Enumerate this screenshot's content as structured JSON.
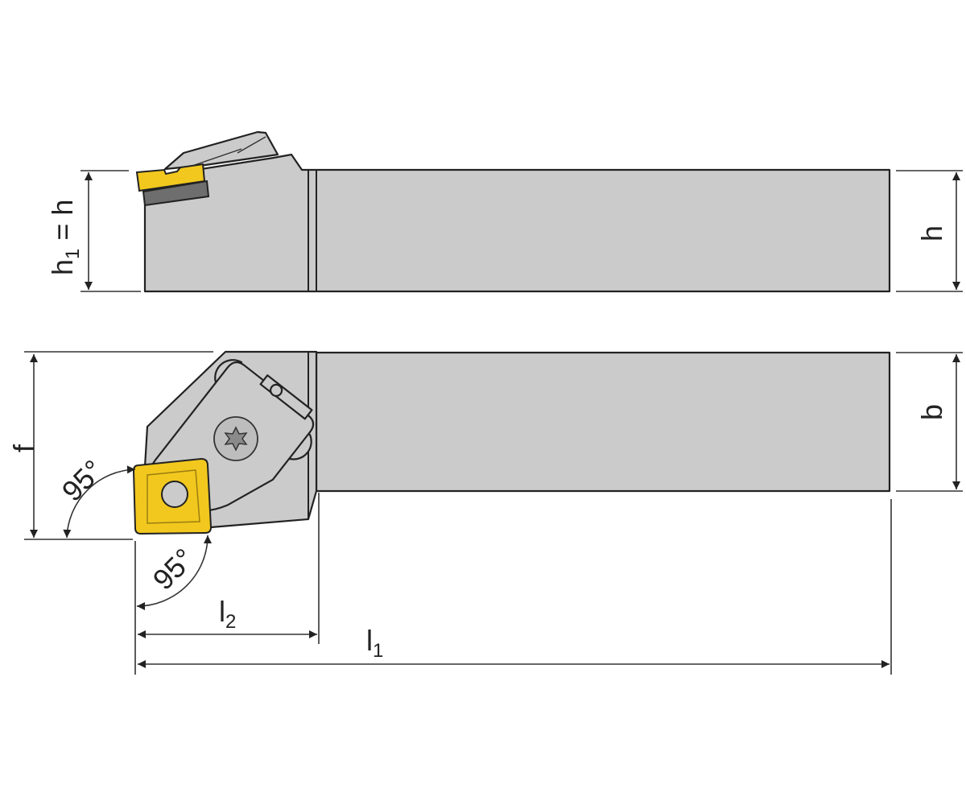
{
  "title": "Turning tool holder dimension drawing",
  "colors": {
    "insert": "#f2c81e",
    "body": "#cbcbcb",
    "insert_seat": "#6e6e6e"
  },
  "labels": {
    "h1_main": "h",
    "h1_sub": "1",
    "h1_rest": " = h",
    "h": "h",
    "f": "f",
    "b": "b",
    "angle_1": "95°",
    "angle_2": "95°",
    "l2_main": "l",
    "l2_sub": "2",
    "l1_main": "l",
    "l1_sub": "1"
  }
}
